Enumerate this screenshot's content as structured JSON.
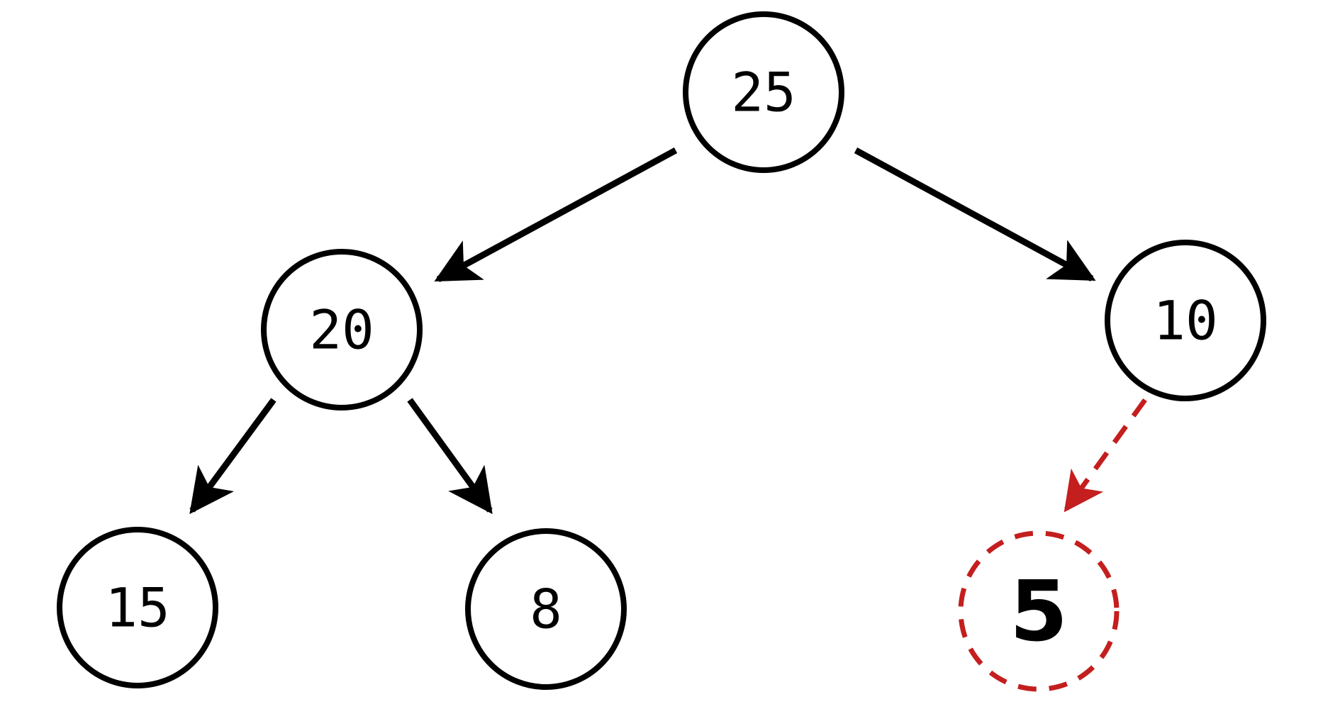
{
  "diagram": {
    "type": "binary-tree",
    "nodes": [
      {
        "id": "n25",
        "label": "25",
        "level": 0,
        "status": "existing"
      },
      {
        "id": "n20",
        "label": "20",
        "level": 1,
        "status": "existing"
      },
      {
        "id": "n10",
        "label": "10",
        "level": 1,
        "status": "existing"
      },
      {
        "id": "n15",
        "label": "15",
        "level": 2,
        "status": "existing"
      },
      {
        "id": "n8",
        "label": "8",
        "level": 2,
        "status": "existing"
      },
      {
        "id": "n5",
        "label": "5",
        "level": 2,
        "status": "inserted"
      }
    ],
    "edges": [
      {
        "from": "n25",
        "to": "n20",
        "style": "solid"
      },
      {
        "from": "n25",
        "to": "n10",
        "style": "solid"
      },
      {
        "from": "n20",
        "to": "n15",
        "style": "solid"
      },
      {
        "from": "n20",
        "to": "n8",
        "style": "solid"
      },
      {
        "from": "n10",
        "to": "n5",
        "style": "dashed"
      }
    ],
    "colors": {
      "line": "#000000",
      "inserted": "#c41e1e",
      "background": "#ffffff"
    }
  }
}
